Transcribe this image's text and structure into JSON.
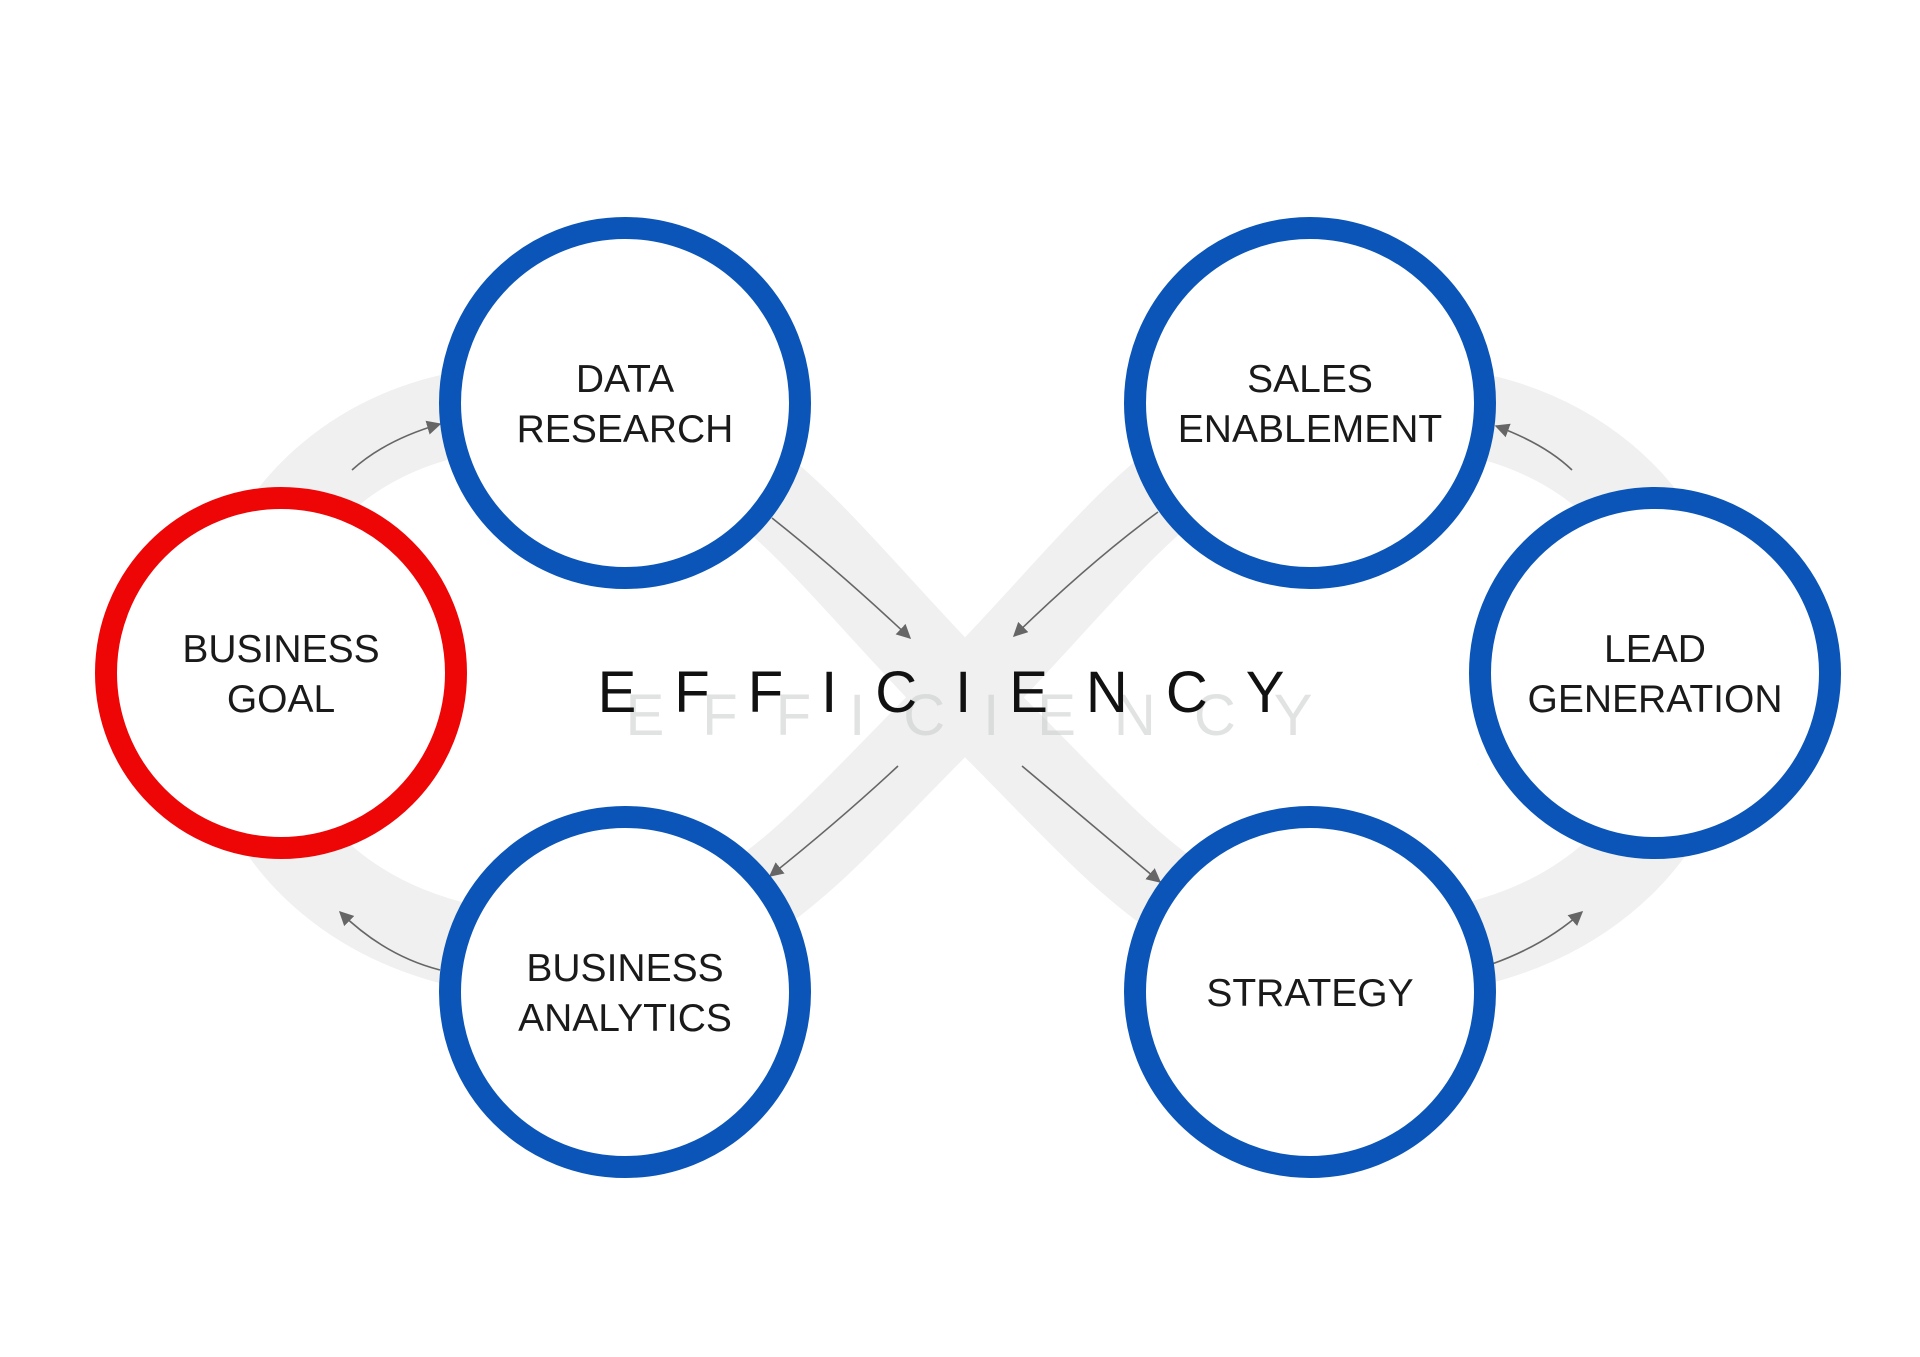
{
  "diagram": {
    "center_text": "EFFICIENCY",
    "colors": {
      "primary_ring": "#0a55b7",
      "highlight_ring": "#ee0606",
      "band": "#eff0ef",
      "arrow": "#666666"
    },
    "nodes": [
      {
        "id": "business-goal",
        "lines": [
          "BUSINESS",
          "GOAL"
        ],
        "highlight": true
      },
      {
        "id": "data-research",
        "lines": [
          "DATA",
          "RESEARCH"
        ],
        "highlight": false
      },
      {
        "id": "business-analytics",
        "lines": [
          "BUSINESS",
          "ANALYTICS"
        ],
        "highlight": false
      },
      {
        "id": "sales-enablement",
        "lines": [
          "SALES",
          "ENABLEMENT"
        ],
        "highlight": false
      },
      {
        "id": "strategy",
        "lines": [
          "STRATEGY"
        ],
        "highlight": false
      },
      {
        "id": "lead-generation",
        "lines": [
          "LEAD",
          "GENERATION"
        ],
        "highlight": false
      }
    ],
    "edges": [
      {
        "from": "business-goal",
        "to": "data-research"
      },
      {
        "from": "data-research",
        "to": "center"
      },
      {
        "from": "center",
        "to": "strategy"
      },
      {
        "from": "strategy",
        "to": "lead-generation"
      },
      {
        "from": "lead-generation",
        "to": "sales-enablement"
      },
      {
        "from": "sales-enablement",
        "to": "center"
      },
      {
        "from": "center",
        "to": "business-analytics"
      },
      {
        "from": "business-analytics",
        "to": "business-goal"
      }
    ]
  }
}
